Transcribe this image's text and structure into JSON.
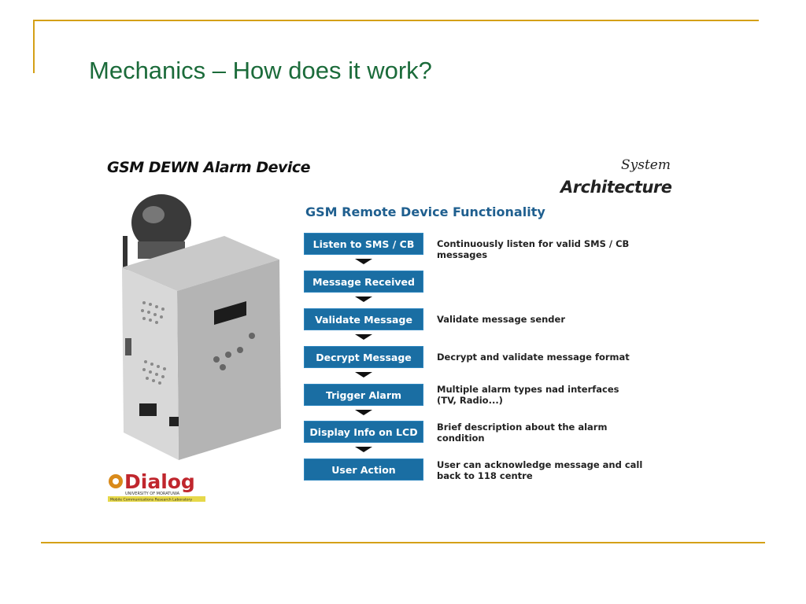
{
  "slide": {
    "title": "Mechanics – How does it work?"
  },
  "figure": {
    "device_heading": "GSM DEWN Alarm Device",
    "system_label_line1": "System",
    "system_label_line2": "Architecture",
    "functionality_heading": "GSM Remote Device Functionality",
    "steps": [
      {
        "label": "Listen to SMS / CB",
        "description_line1": "Continuously listen for valid SMS / CB messages",
        "description_line2": ""
      },
      {
        "label": "Message Received",
        "description_line1": "",
        "description_line2": ""
      },
      {
        "label": "Validate Message",
        "description_line1": "Validate message sender",
        "description_line2": ""
      },
      {
        "label": "Decrypt Message",
        "description_line1": "Decrypt and validate message format",
        "description_line2": ""
      },
      {
        "label": "Trigger Alarm",
        "description_line1": "Multiple alarm types nad interfaces",
        "description_line2": "(TV, Radio...)"
      },
      {
        "label": "Display Info on LCD",
        "description_line1": "Brief description about the alarm",
        "description_line2": "condition"
      },
      {
        "label": "User Action",
        "description_line1": "User can acknowledge message and call",
        "description_line2": "back to 118 centre"
      }
    ],
    "logo": {
      "name": "Dialog",
      "line1": "UNIVERSITY OF MORATUWA",
      "line2": "Mobile Communications Research Laboratory"
    }
  },
  "colors": {
    "title": "#1b6b3a",
    "accent_rule": "#d4a017",
    "step_box": "#1a6ea3",
    "heading_blue": "#1f5f8f"
  }
}
